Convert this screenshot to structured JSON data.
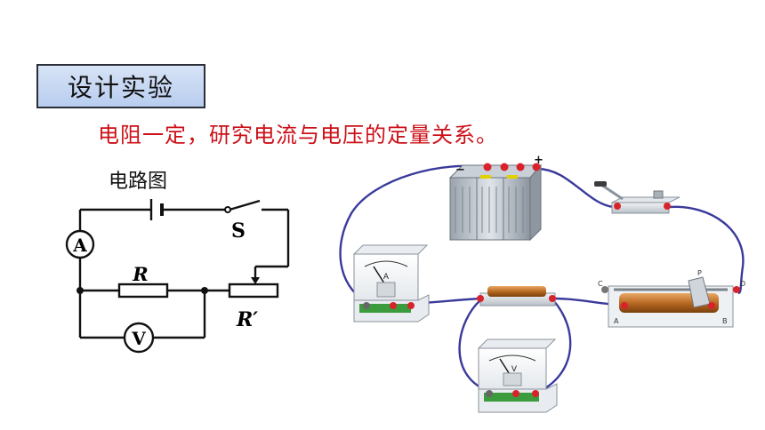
{
  "header": {
    "title": "设计实验"
  },
  "task": {
    "text": "电阻一定，研究电流与电压的定量关系。"
  },
  "diagram": {
    "label": "电路图",
    "switch_symbol": "S",
    "resistor_symbol": "R",
    "rheostat_symbol": "R′",
    "ammeter_symbol": "A",
    "voltmeter_symbol": "V"
  },
  "apparatus": {
    "battery_minus": "−",
    "battery_plus": "+",
    "ammeter_face": "A",
    "voltmeter_face": "V",
    "rheostat_end_c": "C",
    "rheostat_end_d": "D",
    "rheostat_end_a": "A",
    "rheostat_end_b": "B",
    "rheostat_slider": "P"
  },
  "colors": {
    "title_bg": "#c5d6f2",
    "task_text": "#cc1018",
    "wire": "#3a3a9c",
    "terminal_red": "#d8232a"
  }
}
